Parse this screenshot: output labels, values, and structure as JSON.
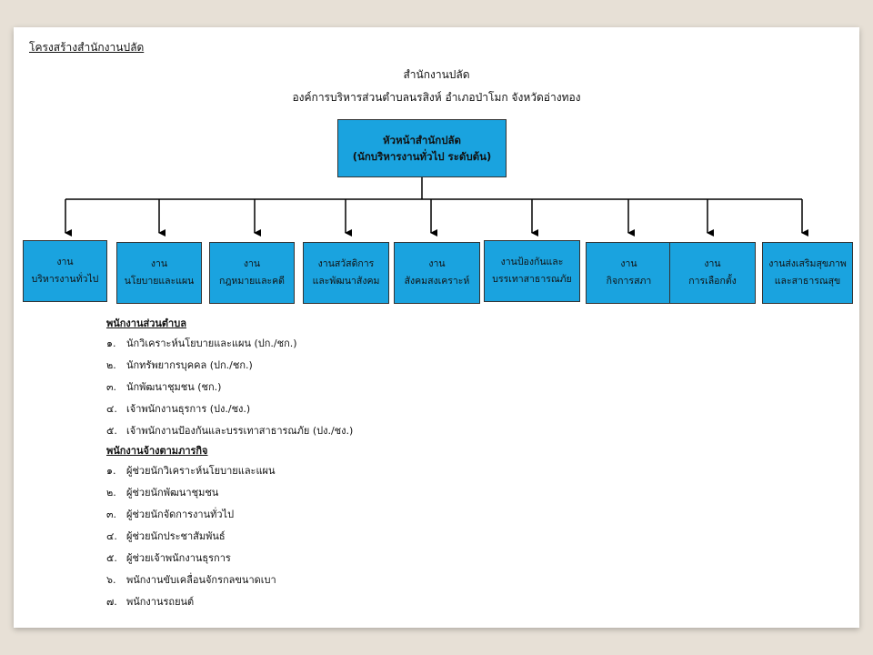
{
  "heading": "โครงสร้างสำนักงานปลัด",
  "title_line1": "สำนักงานปลัด",
  "title_line2": "องค์การบริหารส่วนตำบลนรสิงห์ อำเภอป่าโมก จังหวัดอ่างทอง",
  "head": {
    "line1": "หัวหน้าสำนักปลัด",
    "line2": "(นักบริหารงานทั่วไป ระดับต้น)"
  },
  "departments": [
    {
      "line1": "งาน",
      "line2": "บริหารงานทั่วไป"
    },
    {
      "line1": "งาน",
      "line2": "นโยบายและแผน"
    },
    {
      "line1": "งาน",
      "line2": "กฎหมายและคดี"
    },
    {
      "line1": "งานสวัสดิการ",
      "line2": "และพัฒนาสังคม"
    },
    {
      "line1": "งาน",
      "line2": "สังคมสงเคราะห์"
    },
    {
      "line1": "งานป้องกันและ",
      "line2": "บรรเทาสาธารณภัย"
    },
    {
      "line1": "งาน",
      "line2": "กิจการสภา"
    },
    {
      "line1": "งาน",
      "line2": "การเลือกตั้ง"
    },
    {
      "line1": "งานส่งเสริมสุขภาพ",
      "line2": "และสาธารณสุข"
    }
  ],
  "staff_sections": [
    {
      "title": "พนักงานส่วนตำบล",
      "items": [
        {
          "num": "๑.",
          "text": "นักวิเคราะห์นโยบายและแผน (ปก./ชก.)"
        },
        {
          "num": "๒.",
          "text": "นักทรัพยากรบุคคล (ปก./ชก.)"
        },
        {
          "num": "๓.",
          "text": "นักพัฒนาชุมชน (ชก.)"
        },
        {
          "num": "๔.",
          "text": "เจ้าพนักงานธุรการ (ปง./ชง.)"
        },
        {
          "num": "๕.",
          "text": "เจ้าพนักงานป้องกันและบรรเทาสาธารณภัย (ปง./ชง.)"
        }
      ]
    },
    {
      "title": "พนักงานจ้างตามภารกิจ",
      "items": [
        {
          "num": "๑.",
          "text": "ผู้ช่วยนักวิเคราะห์นโยบายและแผน"
        },
        {
          "num": "๒.",
          "text": "ผู้ช่วยนักพัฒนาชุมชน"
        },
        {
          "num": "๓.",
          "text": "ผู้ช่วยนักจัดการงานทั่วไป"
        },
        {
          "num": "๔.",
          "text": "ผู้ช่วยนักประชาสัมพันธ์"
        },
        {
          "num": "๕.",
          "text": "ผู้ช่วยเจ้าพนักงานธุรการ"
        },
        {
          "num": "๖.",
          "text": "พนักงานขับเคลื่อนจักรกลขนาดเบา"
        },
        {
          "num": "๗.",
          "text": "พนักงานรถยนต์"
        }
      ]
    }
  ],
  "colors": {
    "box_fill": "#1aa3df",
    "page_bg": "#e7e0d6",
    "line": "#000000"
  }
}
